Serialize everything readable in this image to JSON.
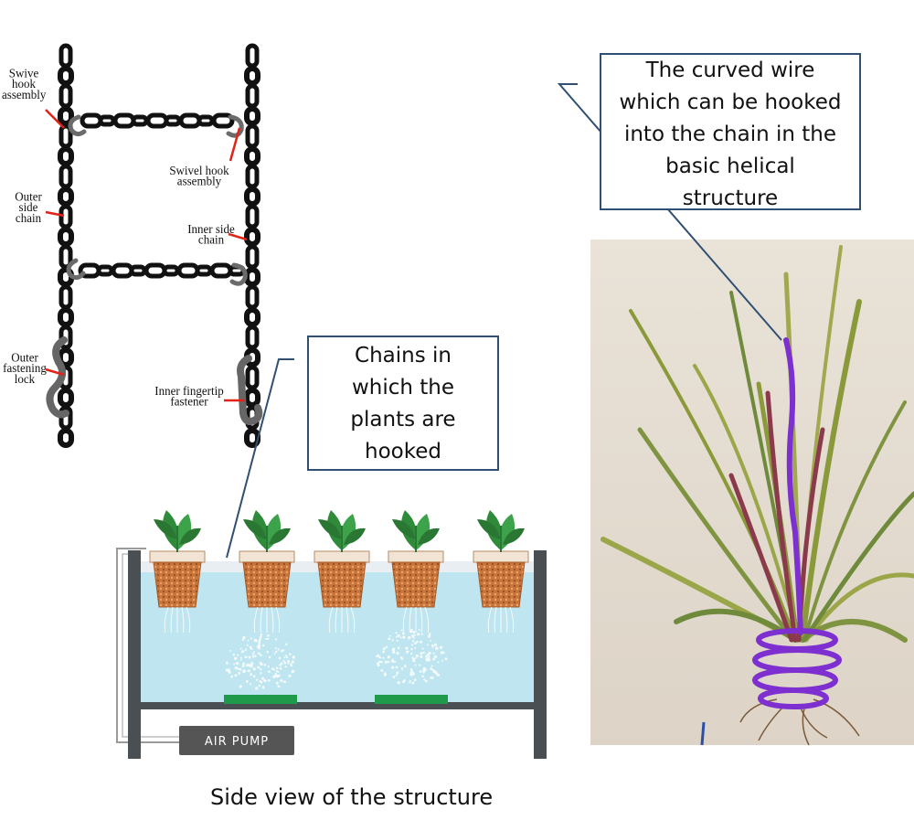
{
  "chain_diagram": {
    "labels": {
      "swive_hook": [
        "Swive",
        "hook",
        "assembly"
      ],
      "swivel_hook": [
        "Swivel hook",
        "assembly"
      ],
      "outer_side_chain": [
        "Outer",
        "side",
        "chain"
      ],
      "inner_side_chain": [
        "Inner side",
        "chain"
      ],
      "outer_fastening_lock": [
        "Outer",
        "fastening",
        "lock"
      ],
      "inner_fingertip_fastener": [
        "Inner fingertip",
        "fastener"
      ]
    }
  },
  "callouts": {
    "curved_wire": [
      "The curved wire",
      "which can be hooked",
      "into the chain in the",
      "basic helical",
      "structure"
    ],
    "chains": [
      "Chains in",
      "which the",
      "plants are",
      "hooked"
    ]
  },
  "tank": {
    "pump_label": "AIR PUMP",
    "pot_count": 5
  },
  "caption": "Side view of the structure",
  "colors": {
    "chain": "#111111",
    "leader_red": "#e2231a",
    "callout_border": "#2f4f73",
    "water": "#bfe6f0",
    "soil": "#c8743a",
    "leaf": "#2f8a3a",
    "wire": "#7d2fd0",
    "pump": "#555555"
  }
}
